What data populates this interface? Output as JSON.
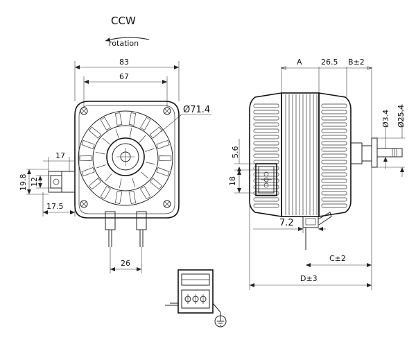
{
  "rotation": {
    "direction": "CCW",
    "label": "rotation"
  },
  "front_view": {
    "width_outer": "83",
    "width_inner": "67",
    "diameter": "Ø71.4",
    "bracket_width": "17",
    "bracket_height": "19.8",
    "bracket_inner": "12",
    "bracket_offset": "17.5",
    "terminal_spacing": "26"
  },
  "side_view": {
    "dim_a": "A",
    "dim_26_5": "26.5",
    "dim_b": "B±2",
    "dim_c": "C±2",
    "dim_d": "D±3",
    "shaft_diameter": "Ø3.4",
    "hub_diameter": "Ø25.4",
    "dim_5_6": "5.6",
    "dim_18": "18",
    "dim_7_2": "7.2"
  }
}
